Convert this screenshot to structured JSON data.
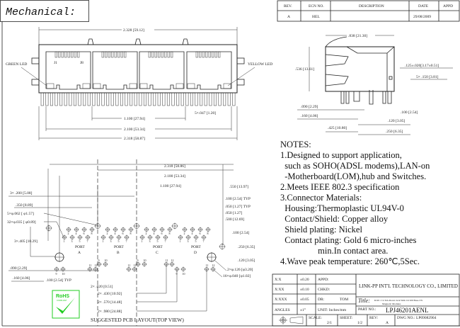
{
  "header": {
    "title": "Mechanical:"
  },
  "revision_table": {
    "headers": [
      "REV.",
      "ECN NO.",
      "DESCRIPTION",
      "DATE",
      "APPD"
    ],
    "rows": [
      [
        "A",
        "HEL",
        "",
        "29/08/2009",
        ""
      ]
    ]
  },
  "front_view": {
    "dim_overall_top": "2.328 [59.12]",
    "green_led": "GREEN LED",
    "yellow_led": "YELLOW LED",
    "j1": "J1",
    "j8": "J8",
    "dim_pin_width": "5×.047 [1.20]",
    "dim_1100": "1.100 [27.94]",
    "dim_2100": "2.100 [53.34]",
    "dim_2318": "2.318 [58.87]"
  },
  "side_view": {
    "dim_depth": ".838 [21.30]",
    "dim_height": ".536 [13.61]",
    "dim_125": ".125±.020[3.17±0.51]",
    "dim_150": "5× .150 [3.81]",
    "dim_090": ".090 [2.29]",
    "dim_160": ".160 [4.06]",
    "dim_100": ".100 [2.54]",
    "dim_120": ".120 [3.05]",
    "dim_425": ".425 [10.80]",
    "dim_250": ".250 [6.35]"
  },
  "notes": {
    "heading": "NOTES:",
    "lines": [
      "1.Designed to support application,",
      "  such as SOHO(ADSL modems),LAN-on",
      "  -Motherboard(LOM),hub and Switches.",
      "2.Meets IEEE 802.3 specification",
      "3.Connector Materials:",
      "  Housing:Thermoplastic UL94V-0",
      "  Contact/Shield: Copper alloy",
      "  Shield plating: Nickel",
      "  Contact plating: Gold 6 micro-inches",
      "                 min.In contact area.",
      "4.Wave peak temperature: 260℃,5Sec."
    ]
  },
  "pcb_layout": {
    "caption": "SUGGESTED PCB LAYOUT(TOP VIEW)",
    "ports": [
      {
        "label": "PORT",
        "letter": "A"
      },
      {
        "label": "PORT",
        "letter": "B"
      },
      {
        "label": "PORT",
        "letter": "C"
      },
      {
        "label": "PORT",
        "letter": "D"
      }
    ],
    "pin_numbers": {
      "top": [
        "2",
        "4",
        "6",
        "8"
      ],
      "bottom": [
        "1",
        "3",
        "5",
        "7"
      ],
      "led_a": [
        "9",
        "10"
      ],
      "led_b": [
        "11",
        "12"
      ]
    },
    "dims": {
      "d2318": "2.318 [58.86]",
      "d2100": "2.100 [53.34]",
      "d1100": "1.100 [27.94]",
      "d550": ".550 [13.97]",
      "d100typ": ".100 [2.54] TYP",
      "d050typ": ".050 [1.27] TYP",
      "d050": ".050 [1.27]",
      "d500": ".500 [12.69]",
      "d100": ".100 [2.54]",
      "d250": ".250 [6.35]",
      "d120": ".120 [3.05]",
      "d128": "2×φ.126 [φ3.20]",
      "d040": "16×φ.040 [φ1.02]",
      "d200": "3× .200 [5.08]",
      "d350": ".350 [8.89]",
      "d062": "5×φ.062 [ φ1.57]",
      "d035": "32×φ.035 [ φ0.89]",
      "d405": "3×.405 [10.29]",
      "d090": ".090 [2.29]",
      "d160": ".160 [4.06]",
      "d100typ2": ".100 [2.54] TYP",
      "d020": "2× .020 [0.51]",
      "d430": "2× .430 [10.92]",
      "d570": "2× .570 [14.48]",
      "d980": "2× .980 [24.88]"
    },
    "rohs": {
      "text": "RoHS",
      "sub": "COMPLIANT"
    }
  },
  "title_block": {
    "tol_xx": [
      "X:X",
      "±0.20"
    ],
    "tol_xxx": [
      "X:XX",
      "±0.10"
    ],
    "tol_xxxx": [
      "X:XXX",
      "±0.05"
    ],
    "tol_angles": [
      "ANGLES",
      "±1°"
    ],
    "appd": "APPD:",
    "chkd": "CHKD:",
    "dr_label": "DR:",
    "dr_value": "TOM",
    "unit": "UNIT: Inches/mm",
    "company": "LINK-PP INT'L TECHNOLOGY CO., LIMITED",
    "title_label": "Title:",
    "title_line1": "RJ45 1×4 Tab-Down Jack With 10/100 Base-TX",
    "title_line2": "Magnetic Modules",
    "part_label": "PART NO.:",
    "part_no": "LPJ46201AENL",
    "scale_label": "SCALE:",
    "scale": "2/1",
    "sheet_label": "SHEET:",
    "sheet": "1/2",
    "rev_label": "REV:",
    "rev": "A",
    "dwg_label": "DWG NO.:",
    "dwg_no": "LP09082904"
  },
  "colors": {
    "line": "#222222",
    "rohs_green": "#22cc22"
  }
}
